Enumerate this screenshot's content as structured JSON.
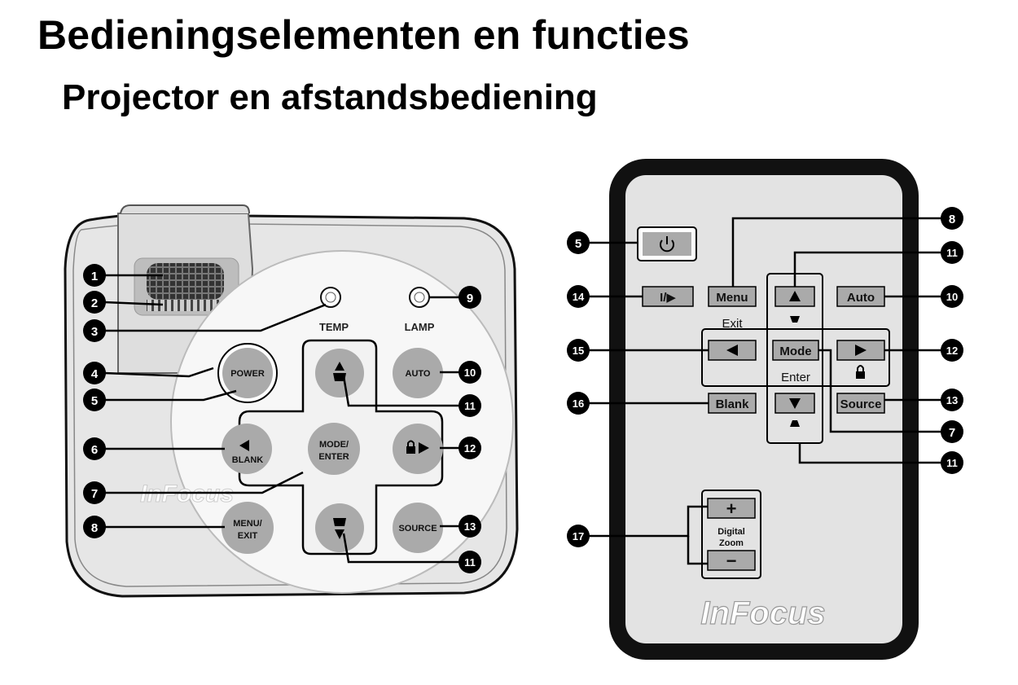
{
  "document": {
    "title": "Bedieningselementen en functies",
    "subtitle": "Projector en afstandsbediening"
  },
  "projector": {
    "brand": "InFocus",
    "indicators": {
      "temp": "TEMP",
      "lamp": "LAMP"
    },
    "buttons": {
      "power": "POWER",
      "auto": "AUTO",
      "blank": "BLANK",
      "mode_enter": [
        "MODE/",
        "ENTER"
      ],
      "menu_exit": [
        "MENU/",
        "EXIT"
      ],
      "source": "SOURCE"
    },
    "callouts": [
      "1",
      "2",
      "3",
      "4",
      "5",
      "6",
      "7",
      "8",
      "9",
      "10",
      "11",
      "12",
      "13",
      "11"
    ]
  },
  "remote": {
    "brand": "InFocus",
    "buttons": {
      "menu": "Menu",
      "play_pause": "I/▶",
      "auto": "Auto",
      "mode": "Mode",
      "blank": "Blank",
      "source": "Source",
      "plus": "+",
      "minus": "−"
    },
    "labels": {
      "exit": "Exit",
      "enter": "Enter",
      "digital": "Digital",
      "zoom": "Zoom"
    },
    "callouts": [
      "5",
      "8",
      "11",
      "14",
      "10",
      "15",
      "12",
      "16",
      "13",
      "7",
      "11",
      "17"
    ]
  },
  "icons": [
    "power-icon",
    "arrow-up-icon",
    "arrow-down-icon",
    "arrow-left-icon",
    "arrow-right-icon",
    "lock-icon",
    "keystone-icon"
  ],
  "colors": {
    "callout": "#000000",
    "body": "#e8e8e8",
    "button": "#aaaaaa",
    "remote_frame": "#111111"
  }
}
